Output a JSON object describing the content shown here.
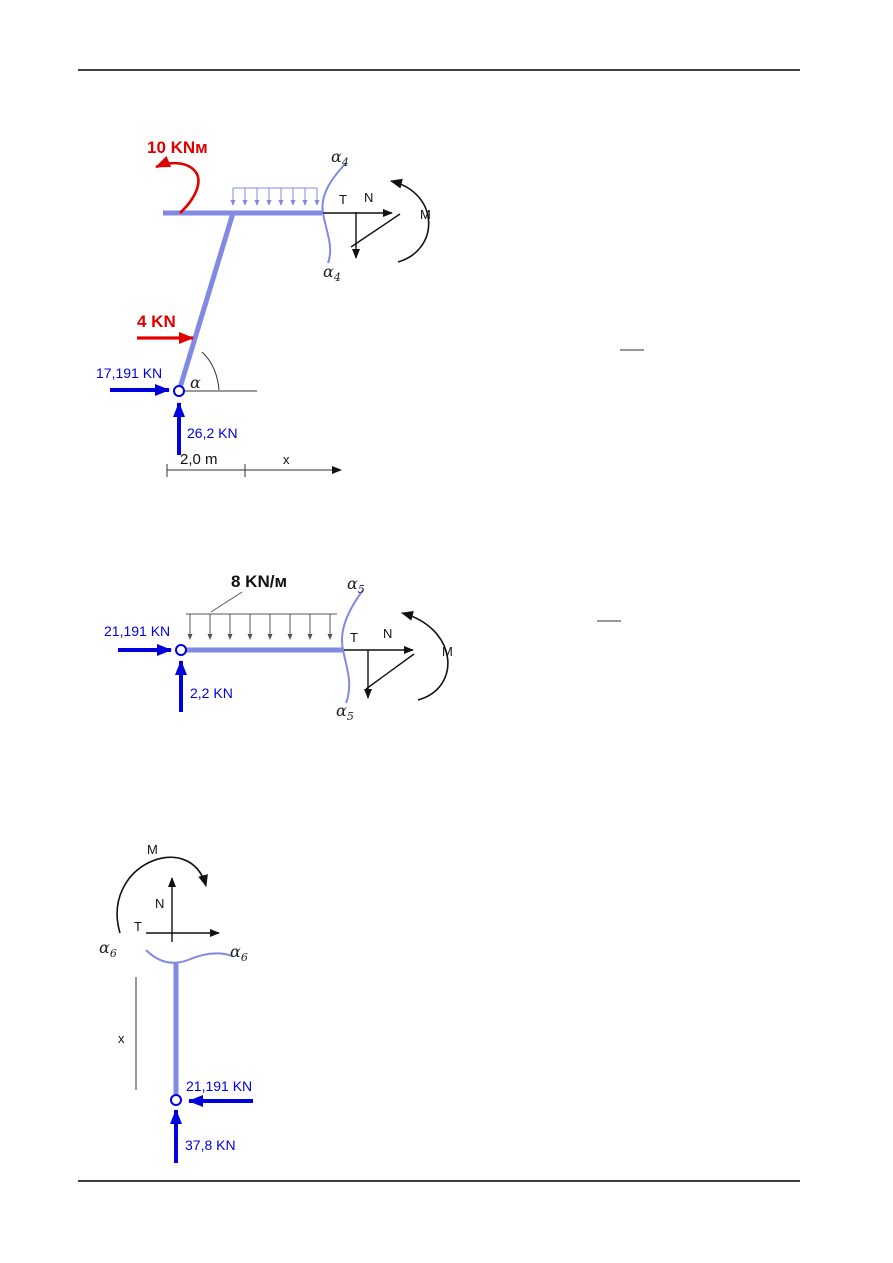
{
  "colors": {
    "member": "#8289e3",
    "reaction_force": "#0000dd",
    "applied_load": "#e10000",
    "ink": "#111111"
  },
  "d1": {
    "applied_moment_label": "10 KNм",
    "applied_force_label": "4 KN",
    "horizontal_reaction_label": "17,191 KN",
    "vertical_reaction_label": "26,2 KN",
    "dimension_label": "2,0 m",
    "axis_label": "x",
    "angle_label": "α",
    "section_symbol": "α",
    "section_sub": "4",
    "shear_label": "T",
    "normal_label": "N",
    "moment_label": "M"
  },
  "d2": {
    "distributed_load_label": "8 KN/м",
    "horizontal_reaction_label": "21,191 KN",
    "vertical_reaction_label": "2,2 KN",
    "section_symbol": "α",
    "section_sub": "5",
    "shear_label": "T",
    "normal_label": "N",
    "moment_label": "M"
  },
  "d3": {
    "horizontal_force_label": "21,191 KN",
    "vertical_reaction_label": "37,8 KN",
    "axis_label": "x",
    "section_symbol": "α",
    "section_sub": "6",
    "shear_label": "T",
    "normal_label": "N",
    "moment_label": "M"
  }
}
